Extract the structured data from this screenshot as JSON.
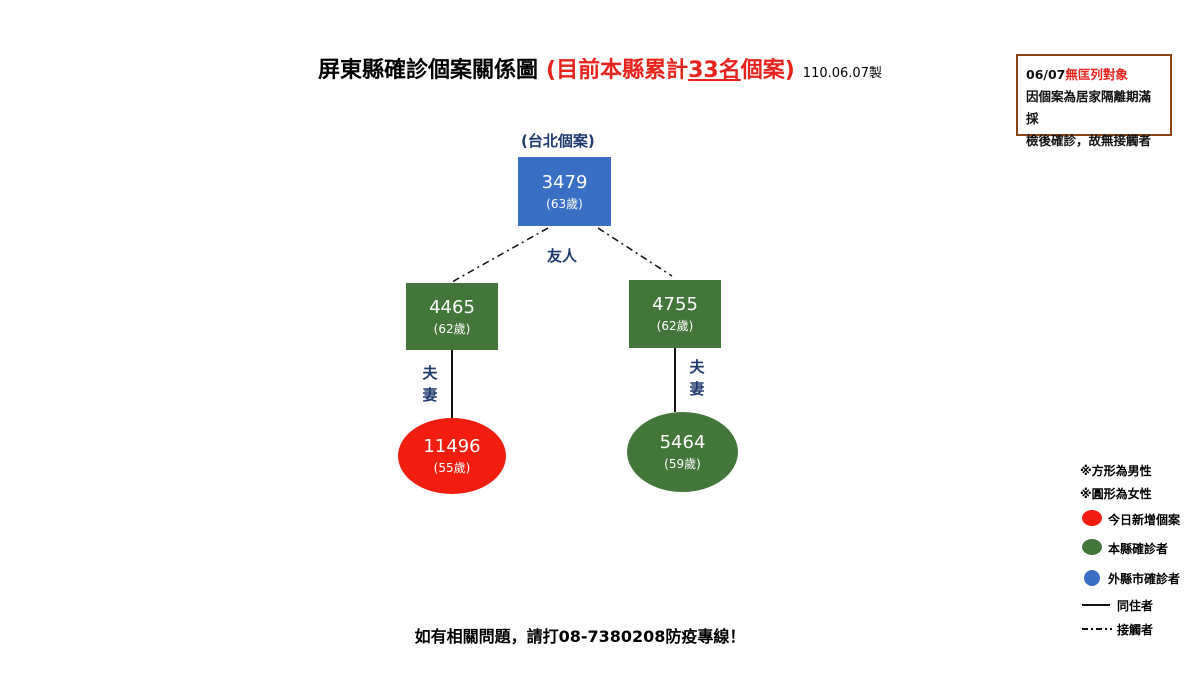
{
  "title": {
    "main": "屏東縣確診個案關係圖",
    "highlight_prefix": "(目前本縣累計",
    "highlight_count": "33名",
    "highlight_suffix": "個案)",
    "date": "110.06.07製"
  },
  "note": {
    "date_prefix": "06/07",
    "status": "無匡列對象",
    "line2": "因個案為居家隔離期滿採",
    "line3": "檢後確診，故無接觸者"
  },
  "nodes": {
    "source_label": "(台北個案)",
    "n3479": {
      "id": "3479",
      "age": "(63歲)",
      "color": "#3a6fc6"
    },
    "n4465": {
      "id": "4465",
      "age": "(62歲)",
      "color": "#43773a"
    },
    "n4755": {
      "id": "4755",
      "age": "(62歲)",
      "color": "#43773a"
    },
    "n11496": {
      "id": "11496",
      "age": "(55歲)",
      "color": "#f21d0f"
    },
    "n5464": {
      "id": "5464",
      "age": "(59歲)",
      "color": "#43773a"
    }
  },
  "relations": {
    "friends": "友人",
    "spouse_left_1": "夫",
    "spouse_left_2": "妻",
    "spouse_right_1": "夫",
    "spouse_right_2": "妻"
  },
  "legend": {
    "square": "※方形為男性",
    "circle": "※圓形為女性",
    "new_today": "今日新增個案",
    "county_case": "本縣確診者",
    "other_county": "外縣市確診者",
    "cohabitant": "同住者",
    "contact": "接觸者"
  },
  "footer": "如有相關問題，請打08-7380208防疫專線！"
}
